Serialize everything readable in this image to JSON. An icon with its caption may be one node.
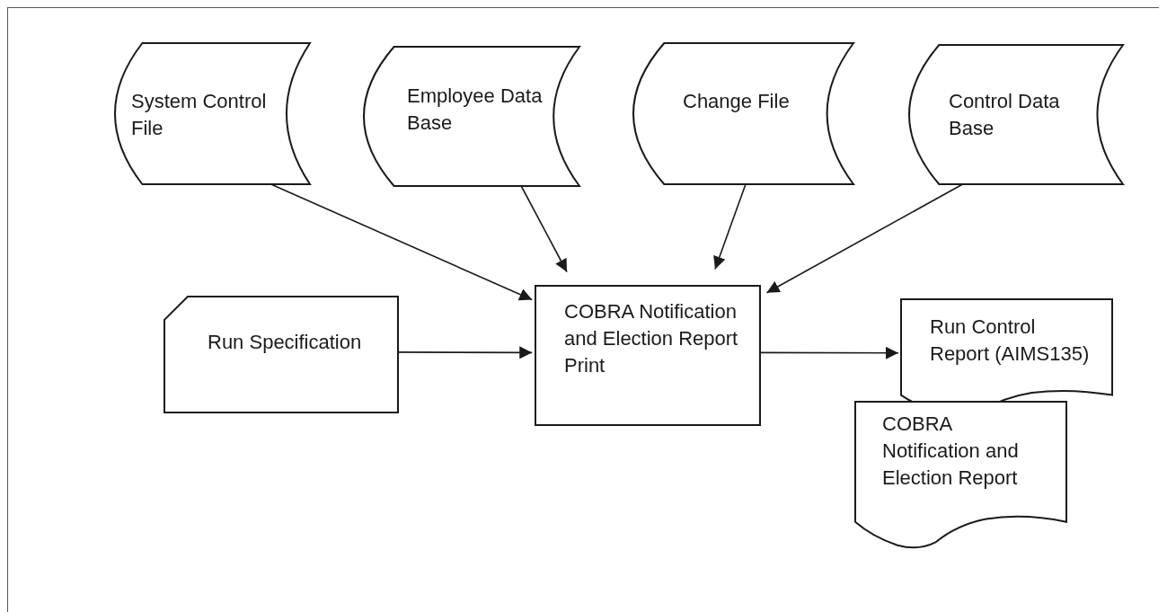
{
  "diagram": {
    "nodes": [
      {
        "text": [
          "System Control File"
        ]
      },
      {
        "text": [
          "Employee Data Base"
        ]
      },
      {
        "text": [
          "Change File"
        ]
      },
      {
        "text": [
          "Control Data Base"
        ]
      },
      {
        "text": [
          "Run Specification"
        ]
      },
      {
        "text": [
          "COBRA Notification and Election Report Print"
        ]
      },
      {
        "text": [
          "Run Control Report (AIMS135)"
        ]
      },
      {
        "text": [
          "COBRA Notification and Election Report"
        ]
      }
    ],
    "edges": [
      {
        "from": 0,
        "to": 5,
        "arrow": "to"
      },
      {
        "from": 1,
        "to": 5,
        "arrow": "to"
      },
      {
        "from": 2,
        "to": 5,
        "arrow": "to"
      },
      {
        "from": 3,
        "to": 5,
        "arrow": "to"
      },
      {
        "from": 4,
        "to": 5,
        "arrow": "to"
      },
      {
        "from": 5,
        "to": 6,
        "arrow": "to"
      }
    ]
  }
}
